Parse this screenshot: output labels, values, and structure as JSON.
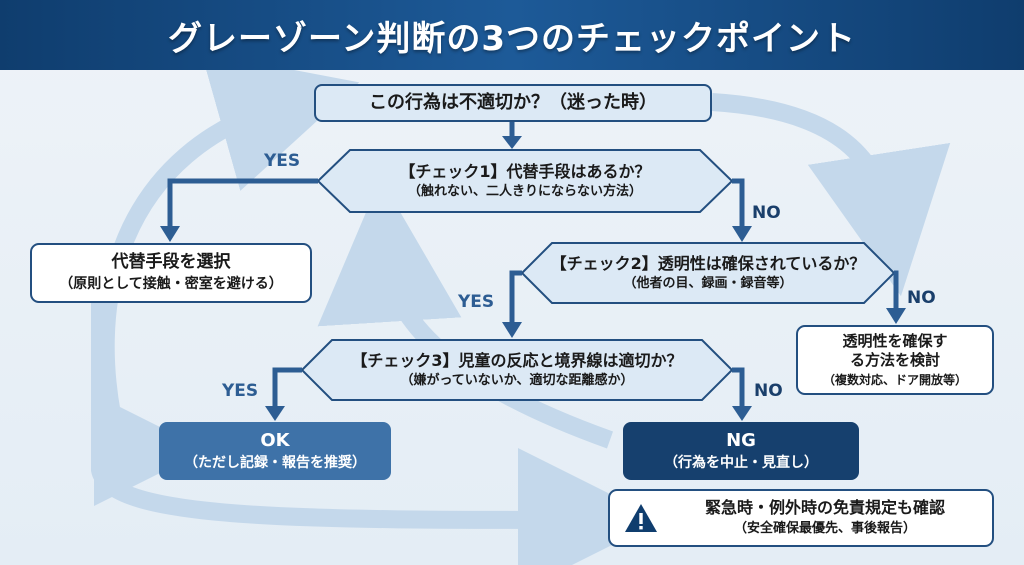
{
  "title": "グレーゾーン判断の3つのチェックポイント",
  "start": {
    "text": "この行為は不適切か？（迷った時）"
  },
  "check1": {
    "main": "【チェック1】代替手段はあるか？",
    "sub": "（触れない、二人きりにならない方法）"
  },
  "check2": {
    "main": "【チェック2】透明性は確保されているか？",
    "sub": "（他者の目、録画・録音等）"
  },
  "check3": {
    "main": "【チェック3】児童の反応と境界線は適切か？",
    "sub": "（嫌がっていないか、適切な距離感か）"
  },
  "alternative": {
    "main": "代替手段を選択",
    "sub": "（原則として接触・密室を避ける）"
  },
  "transparency": {
    "line1": "透明性を確保す",
    "line2": "る方法を検討",
    "sub": "（複数対応、ドア開放等）"
  },
  "ok": {
    "main": "OK",
    "sub": "（ただし記録・報告を推奨）"
  },
  "ng": {
    "main": "NG",
    "sub": "（行為を中止・見直し）"
  },
  "emergency": {
    "main": "緊急時・例外時の免責規定も確認",
    "sub": "（安全確保最優先、事後報告）",
    "icon": "warning-icon"
  },
  "labels": {
    "yes": "YES",
    "no": "NO"
  },
  "colors": {
    "header": "#1d5a98",
    "navy": "#234f80",
    "ok": "#3e72a8",
    "ng": "#16406e"
  }
}
